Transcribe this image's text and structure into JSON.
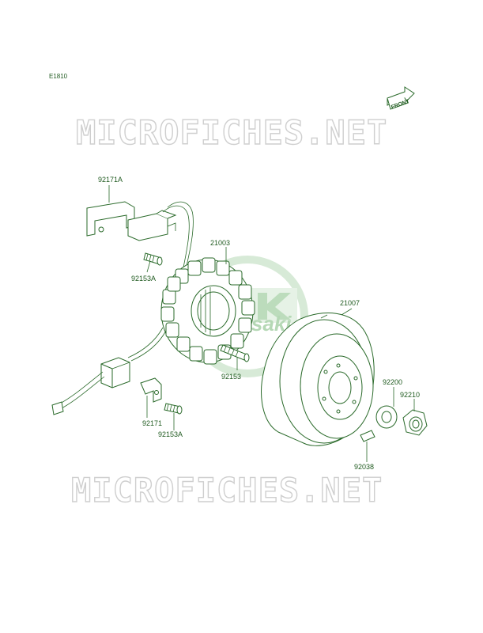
{
  "figure_code": "E1810",
  "front_label": "FRONT",
  "watermark_text": "MICROFICHES.NET",
  "logo_text": "Kawasaki",
  "colors": {
    "line": "#2a6a2a",
    "label": "#1f5a1f",
    "watermark": "#cfcfcf",
    "logo": "#9ccf9c"
  },
  "labels": {
    "bracket": "92171A",
    "stator": "21003",
    "bolt_upper": "92153A",
    "bolt_stator": "92153",
    "clamp": "92171",
    "bolt_lower": "92153A",
    "flywheel": "21007",
    "washer": "92200",
    "nut": "92210",
    "key": "92038"
  }
}
